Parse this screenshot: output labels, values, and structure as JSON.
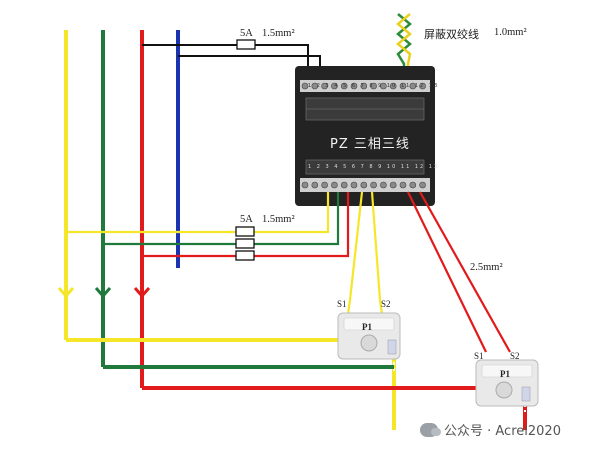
{
  "meter": {
    "title": "PZ 三相三线",
    "top_terminal_numbers": "1 2 3 4 5 6 7 8 9 10 11 12 13",
    "bottom_terminal_numbers": "1 2 3 4 5 6 7 8 9 10 11 12 13"
  },
  "labels": {
    "top_fuse_rating": "5A",
    "top_wire_size": "1.5mm²",
    "shield_cable": "屏蔽双绞线",
    "shield_cable_size": "1.0mm²",
    "fuse_rating": "5A",
    "wire_size": "1.5mm²",
    "ct_wire_size": "2.5mm²"
  },
  "ct_left": {
    "name": "P1",
    "s1": "S1",
    "s2": "S2"
  },
  "ct_right": {
    "name": "P1",
    "s1": "S1",
    "s2": "S2"
  },
  "watermark": "公众号 · Acrel2020",
  "colors": {
    "phase_a": "#f5e62a",
    "phase_b": "#1f7a3c",
    "phase_c": "#e11b1b",
    "neutral": "#1a33b0",
    "meter_body": "#232323",
    "ct_body": "#e9e9e9"
  }
}
